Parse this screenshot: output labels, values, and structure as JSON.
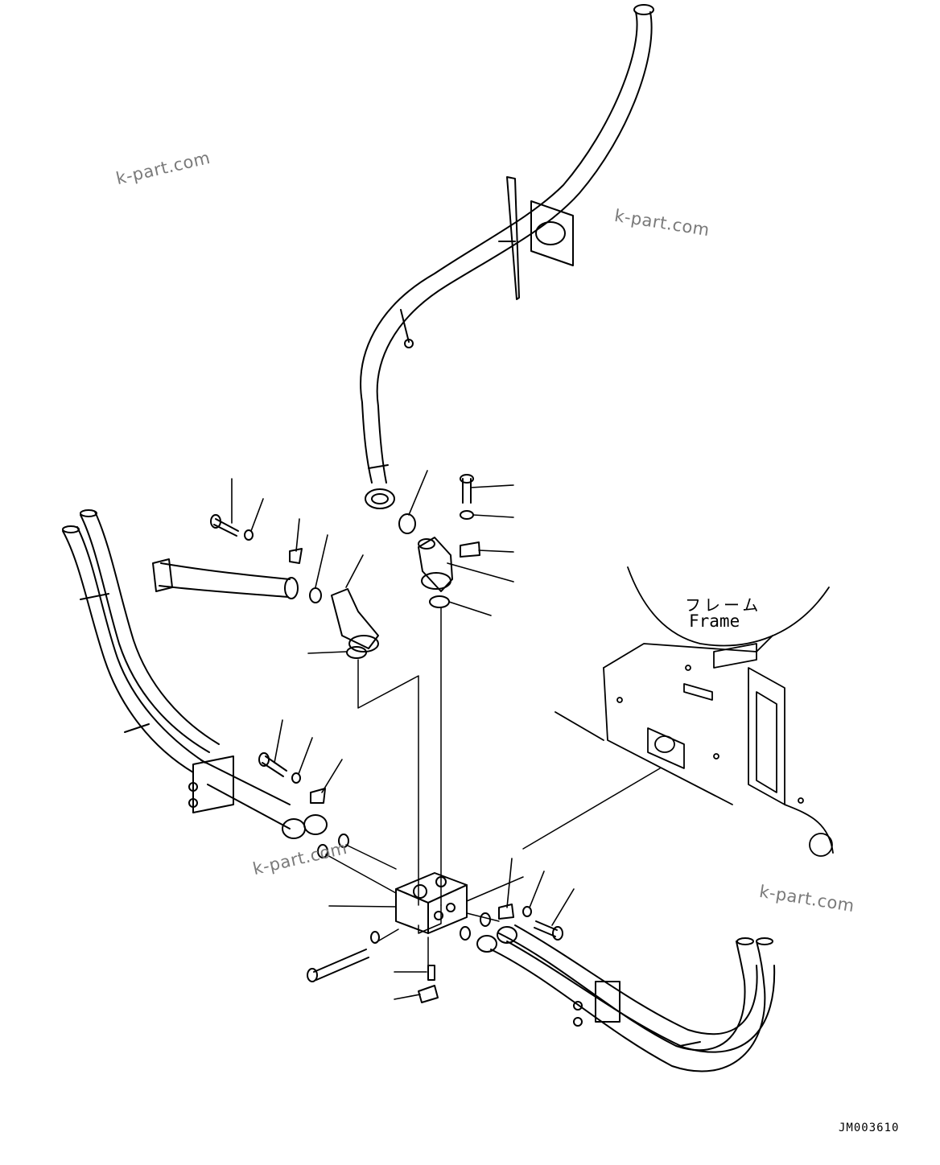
{
  "diagram": {
    "frame_label_jp": "フレーム",
    "frame_label_en": "Frame",
    "figure_code": "JM003610",
    "watermarks": [
      "k-part.com",
      "k-part.com",
      "k-part.com",
      "k-part.com"
    ]
  }
}
